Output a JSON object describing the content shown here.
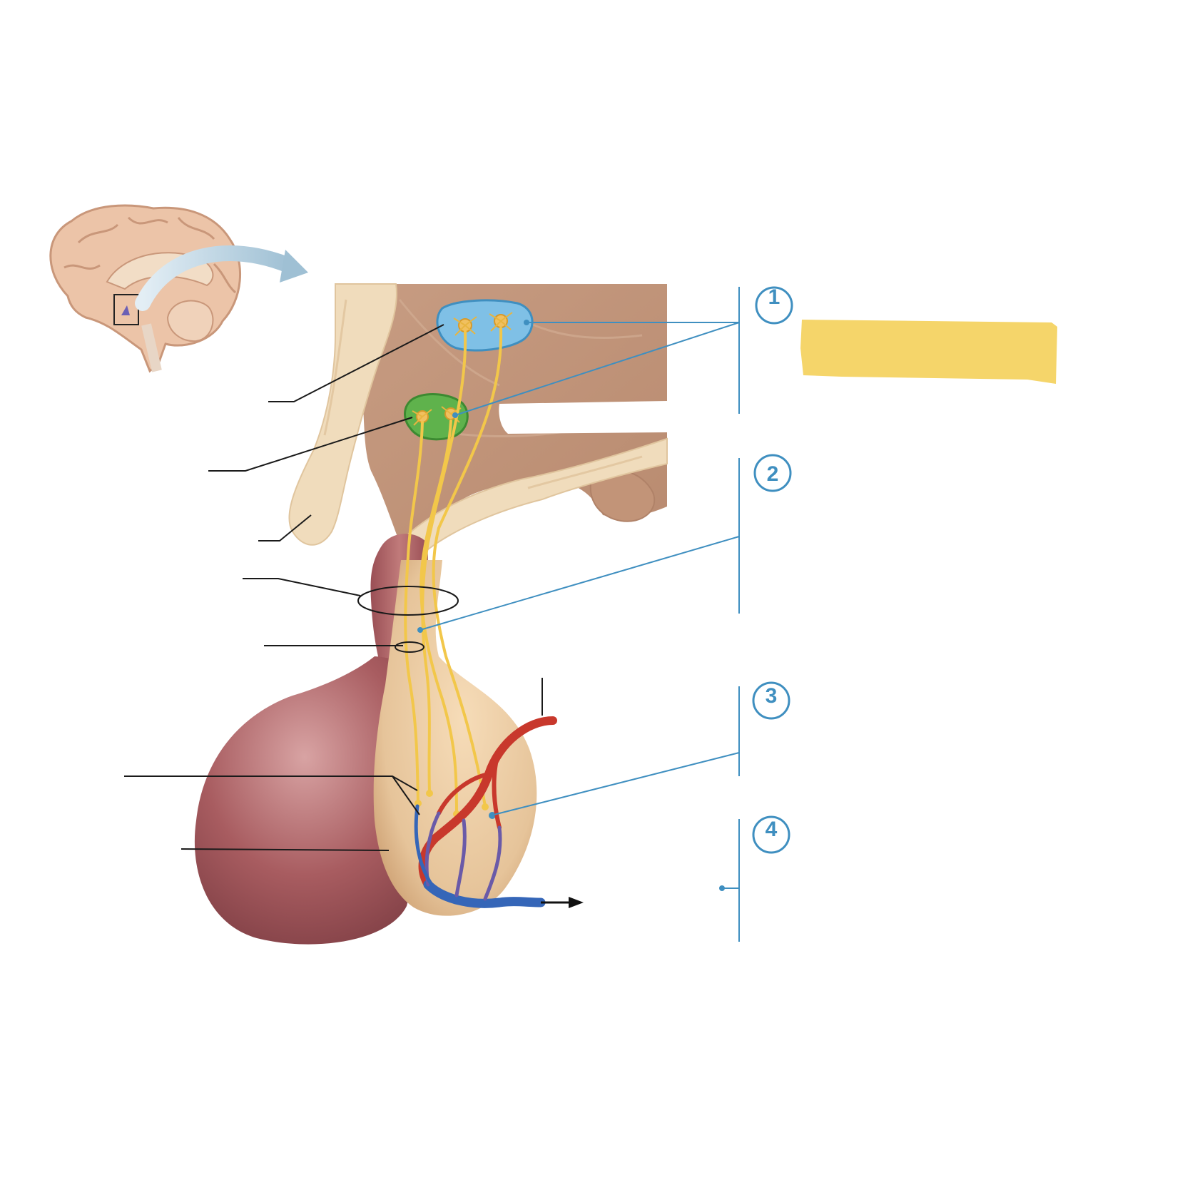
{
  "steps": [
    {
      "number": "1"
    },
    {
      "number": "2"
    },
    {
      "number": "3"
    },
    {
      "number": "4"
    }
  ],
  "colors": {
    "step_blue": "#3f8fc0",
    "leader_black": "#1a1a1a",
    "highlight_yellow": "#f5d56a",
    "artery_red": "#c8382c",
    "vein_blue": "#3566b8",
    "axon_yellow": "#f2c74a",
    "nucleus_blue": "#7fc0e6",
    "nucleus_green": "#5fb24c",
    "posterior_lobe": "#e6c49a",
    "anterior_lobe": "#a85c60",
    "brain_tissue": "#c99d80",
    "bone": "#f0dcbc"
  },
  "icons": {
    "brain": "brain-sagittal-icon",
    "curved_arrow": "curved-arrow-icon",
    "outflow_arrow": "arrow-right-icon"
  }
}
